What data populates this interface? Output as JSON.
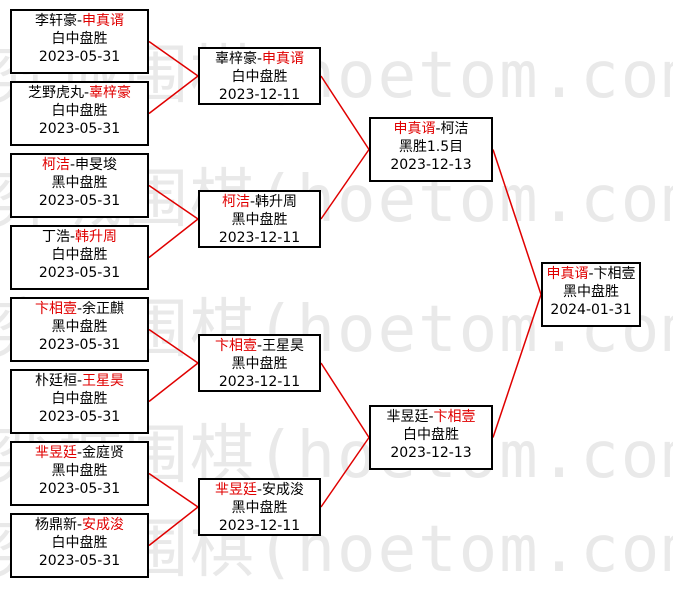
{
  "watermark": "弈城围棋(hoetom.com)",
  "rounds": [
    [
      {
        "p1": "李轩豪",
        "p2": "申真谞",
        "winner": 2,
        "result": "白中盘胜",
        "date": "2023-05-31"
      },
      {
        "p1": "芝野虎丸",
        "p2": "辜梓豪",
        "winner": 2,
        "result": "白中盘胜",
        "date": "2023-05-31"
      },
      {
        "p1": "柯洁",
        "p2": "申旻埈",
        "winner": 1,
        "result": "黑中盘胜",
        "date": "2023-05-31"
      },
      {
        "p1": "丁浩",
        "p2": "韩升周",
        "winner": 2,
        "result": "白中盘胜",
        "date": "2023-05-31"
      },
      {
        "p1": "卞相壹",
        "p2": "余正麒",
        "winner": 1,
        "result": "黑中盘胜",
        "date": "2023-05-31"
      },
      {
        "p1": "朴廷桓",
        "p2": "王星昊",
        "winner": 2,
        "result": "白中盘胜",
        "date": "2023-05-31"
      },
      {
        "p1": "芈昱廷",
        "p2": "金庭贤",
        "winner": 1,
        "result": "黑中盘胜",
        "date": "2023-05-31"
      },
      {
        "p1": "杨鼎新",
        "p2": "安成浚",
        "winner": 2,
        "result": "白中盘胜",
        "date": "2023-05-31"
      }
    ],
    [
      {
        "p1": "辜梓豪",
        "p2": "申真谞",
        "winner": 2,
        "result": "白中盘胜",
        "date": "2023-12-11"
      },
      {
        "p1": "柯洁",
        "p2": "韩升周",
        "winner": 1,
        "result": "黑中盘胜",
        "date": "2023-12-11"
      },
      {
        "p1": "卞相壹",
        "p2": "王星昊",
        "winner": 1,
        "result": "黑中盘胜",
        "date": "2023-12-11"
      },
      {
        "p1": "芈昱廷",
        "p2": "安成浚",
        "winner": 1,
        "result": "黑中盘胜",
        "date": "2023-12-11"
      }
    ],
    [
      {
        "p1": "申真谞",
        "p2": "柯洁",
        "winner": 1,
        "result": "黑胜1.5目",
        "date": "2023-12-13"
      },
      {
        "p1": "芈昱廷",
        "p2": "卞相壹",
        "winner": 2,
        "result": "白中盘胜",
        "date": "2023-12-13"
      }
    ],
    [
      {
        "p1": "申真谞",
        "p2": "卞相壹",
        "winner": 1,
        "result": "黑中盘胜",
        "date": "2024-01-31"
      }
    ]
  ],
  "colors": {
    "winner": "#e00000",
    "connector": "#e00000",
    "border": "#000000",
    "watermark": "#e9e9e9"
  }
}
